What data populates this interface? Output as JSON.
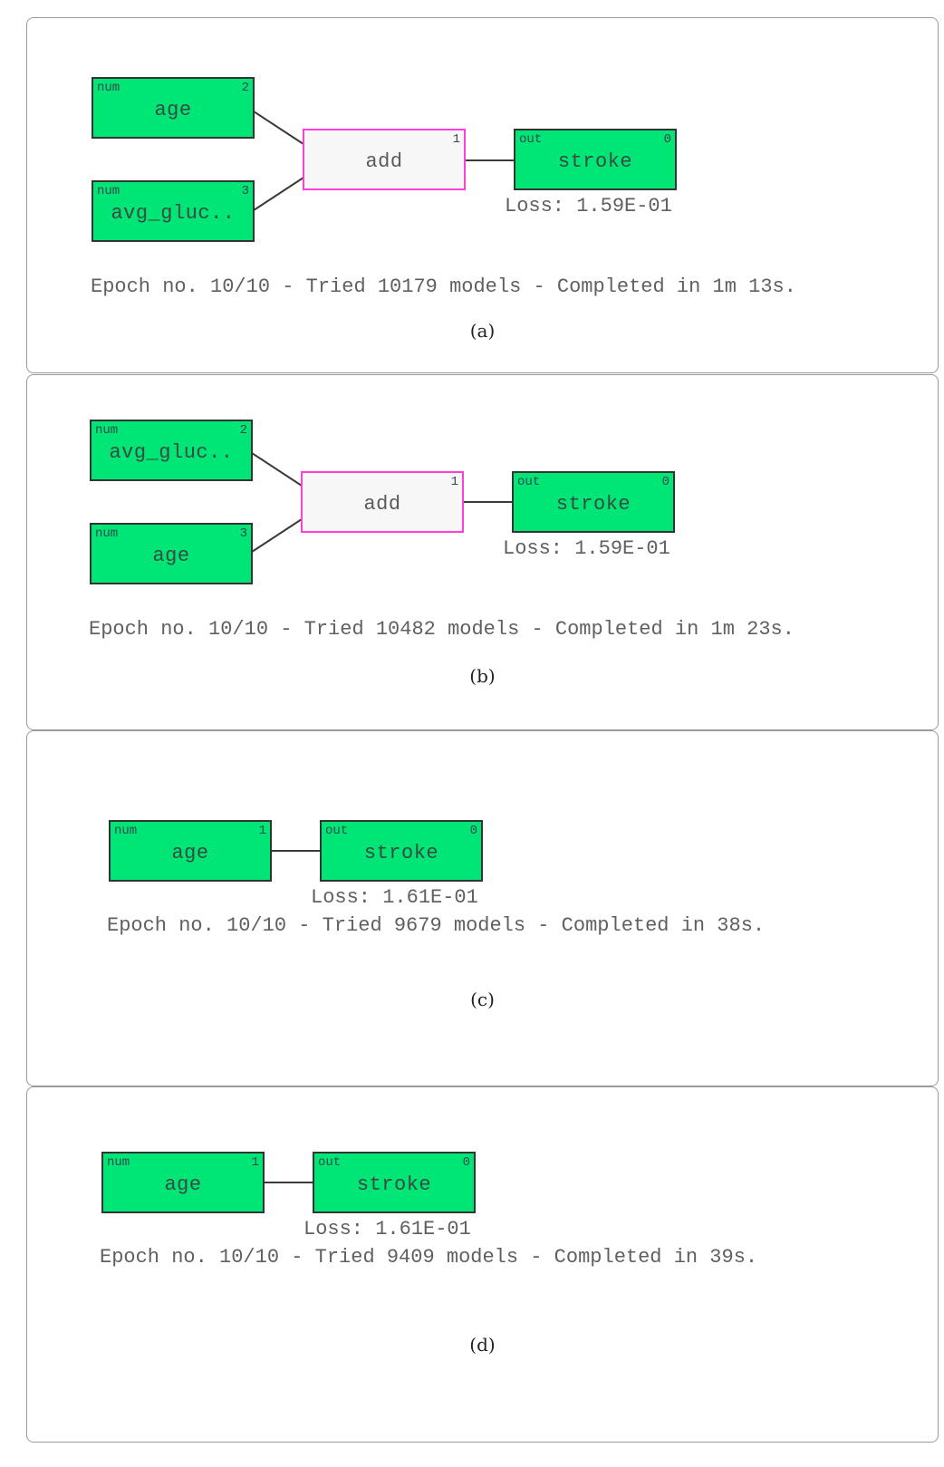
{
  "panels": {
    "a": {
      "caption": "(a)",
      "nodes": {
        "input1": {
          "tag": "num",
          "index": "2",
          "label": "age"
        },
        "input2": {
          "tag": "num",
          "index": "3",
          "label": "avg_gluc.."
        },
        "op": {
          "index": "1",
          "label": "add"
        },
        "output": {
          "tag": "out",
          "index": "0",
          "label": "stroke"
        }
      },
      "loss": "Loss: 1.59E-01",
      "epoch": "Epoch no. 10/10 - Tried 10179 models - Completed in 1m 13s."
    },
    "b": {
      "caption": "(b)",
      "nodes": {
        "input1": {
          "tag": "num",
          "index": "2",
          "label": "avg_gluc.."
        },
        "input2": {
          "tag": "num",
          "index": "3",
          "label": "age"
        },
        "op": {
          "index": "1",
          "label": "add"
        },
        "output": {
          "tag": "out",
          "index": "0",
          "label": "stroke"
        }
      },
      "loss": "Loss: 1.59E-01",
      "epoch": "Epoch no. 10/10 - Tried 10482 models - Completed in 1m 23s."
    },
    "c": {
      "caption": "(c)",
      "nodes": {
        "input1": {
          "tag": "num",
          "index": "1",
          "label": "age"
        },
        "output": {
          "tag": "out",
          "index": "0",
          "label": "stroke"
        }
      },
      "loss": "Loss: 1.61E-01",
      "epoch": "Epoch no. 10/10 - Tried 9679 models - Completed in 38s."
    },
    "d": {
      "caption": "(d)",
      "nodes": {
        "input1": {
          "tag": "num",
          "index": "1",
          "label": "age"
        },
        "output": {
          "tag": "out",
          "index": "0",
          "label": "stroke"
        }
      },
      "loss": "Loss: 1.61E-01",
      "epoch": "Epoch no. 10/10 - Tried 9409 models - Completed in 39s."
    }
  },
  "colors": {
    "input_node_fill": "#00e676",
    "op_node_border": "#ff3fd6",
    "op_node_fill": "#f7f7f7",
    "edge": "#3a3a3a"
  }
}
